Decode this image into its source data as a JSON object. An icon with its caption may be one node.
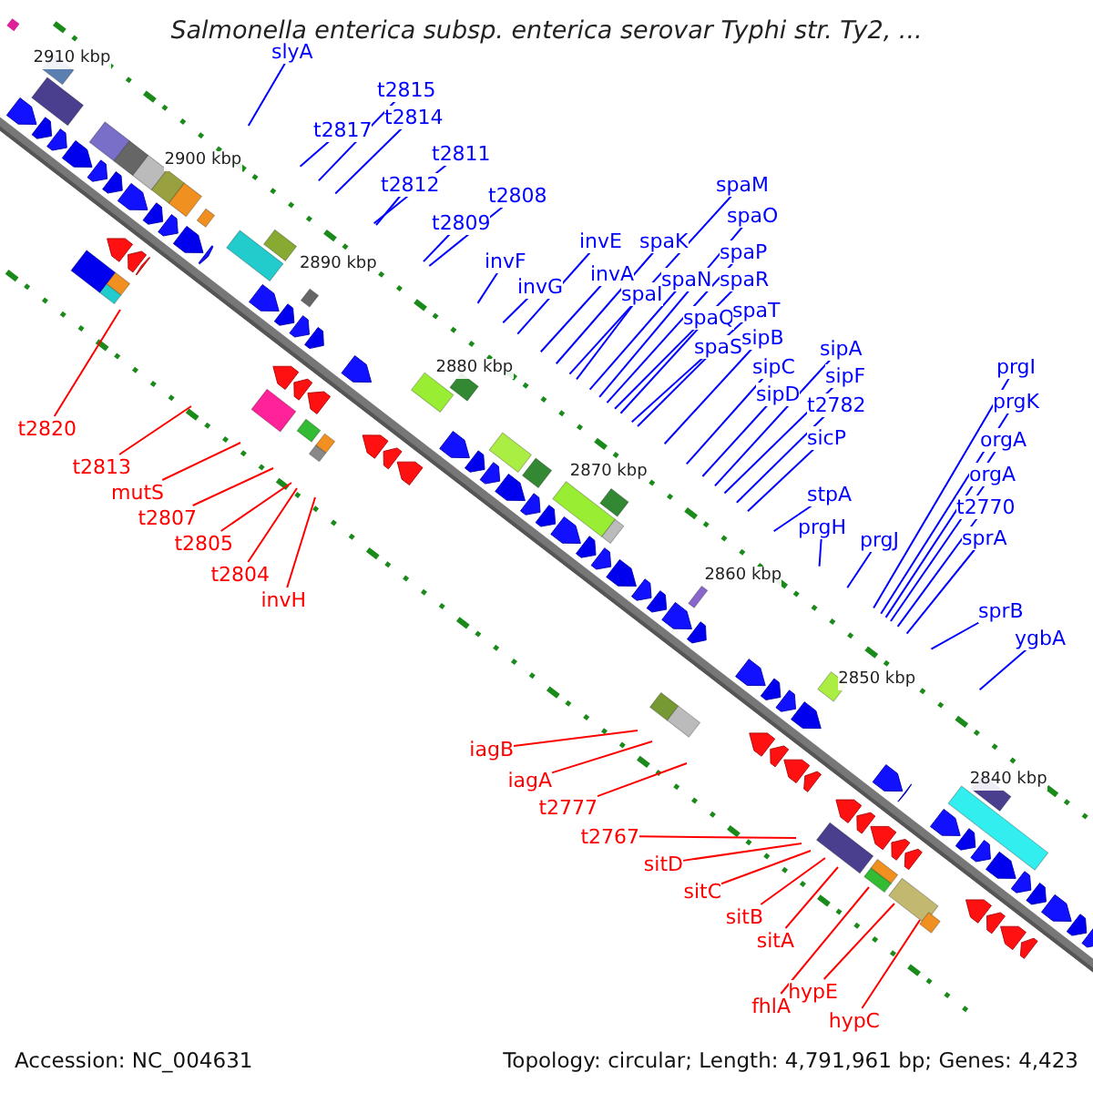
{
  "diagram": {
    "title": "Salmonella enterica subsp. enterica serovar Typhi str. Ty2, ...",
    "nodes": [
      {
        "text": [
          "slyA"
        ]
      },
      {
        "text": [
          "t2815"
        ]
      },
      {
        "text": [
          "t2817"
        ]
      },
      {
        "text": [
          "t2814"
        ]
      },
      {
        "text": [
          "t2811"
        ]
      },
      {
        "text": [
          "t2812"
        ]
      },
      {
        "text": [
          "t2808"
        ]
      },
      {
        "text": [
          "t2809"
        ]
      },
      {
        "text": [
          "invF"
        ]
      },
      {
        "text": [
          "invG"
        ]
      },
      {
        "text": [
          "invE"
        ]
      },
      {
        "text": [
          "invA"
        ]
      },
      {
        "text": [
          "spaK"
        ]
      },
      {
        "text": [
          "spaM"
        ]
      },
      {
        "text": [
          "spaI"
        ]
      },
      {
        "text": [
          "spaN"
        ]
      },
      {
        "text": [
          "spaO"
        ]
      },
      {
        "text": [
          "spaP"
        ]
      },
      {
        "text": [
          "spaR"
        ]
      },
      {
        "text": [
          "spaQ"
        ]
      },
      {
        "text": [
          "spaT"
        ]
      },
      {
        "text": [
          "spaS"
        ]
      },
      {
        "text": [
          "sipB"
        ]
      },
      {
        "text": [
          "sipC"
        ]
      },
      {
        "text": [
          "sipD"
        ]
      },
      {
        "text": [
          "sipA"
        ]
      },
      {
        "text": [
          "sipF"
        ]
      },
      {
        "text": [
          "t2782"
        ]
      },
      {
        "text": [
          "sicP"
        ]
      },
      {
        "text": [
          "stpA"
        ]
      },
      {
        "text": [
          "prgH"
        ]
      },
      {
        "text": [
          "prgJ"
        ]
      },
      {
        "text": [
          "prgI"
        ]
      },
      {
        "text": [
          "prgK"
        ]
      },
      {
        "text": [
          "orgA"
        ]
      },
      {
        "text": [
          "orgA"
        ]
      },
      {
        "text": [
          "t2770"
        ]
      },
      {
        "text": [
          "sprA"
        ]
      },
      {
        "text": [
          "sprB"
        ]
      },
      {
        "text": [
          "ygbA"
        ]
      },
      {
        "text": [
          "t2820"
        ]
      },
      {
        "text": [
          "t2813"
        ]
      },
      {
        "text": [
          "mutS"
        ]
      },
      {
        "text": [
          "t2807"
        ]
      },
      {
        "text": [
          "t2805"
        ]
      },
      {
        "text": [
          "t2804"
        ]
      },
      {
        "text": [
          "invH"
        ]
      },
      {
        "text": [
          "iagB"
        ]
      },
      {
        "text": [
          "iagA"
        ]
      },
      {
        "text": [
          "t2777"
        ]
      },
      {
        "text": [
          "t2767"
        ]
      },
      {
        "text": [
          "sitD"
        ]
      },
      {
        "text": [
          "sitC"
        ]
      },
      {
        "text": [
          "sitB"
        ]
      },
      {
        "text": [
          "sitA"
        ]
      },
      {
        "text": [
          "fhlA"
        ]
      },
      {
        "text": [
          "hypE"
        ]
      },
      {
        "text": [
          "hypC"
        ]
      }
    ],
    "edges": [
      {
        "from": 0,
        "to": null,
        "arrow": "none"
      },
      {
        "from": 1,
        "to": null,
        "arrow": "none"
      },
      {
        "from": 2,
        "to": null,
        "arrow": "none"
      },
      {
        "from": 3,
        "to": null,
        "arrow": "none"
      },
      {
        "from": 4,
        "to": null,
        "arrow": "none"
      },
      {
        "from": 5,
        "to": null,
        "arrow": "none"
      },
      {
        "from": 6,
        "to": null,
        "arrow": "none"
      },
      {
        "from": 7,
        "to": null,
        "arrow": "none"
      },
      {
        "from": 8,
        "to": null,
        "arrow": "none"
      },
      {
        "from": 9,
        "to": null,
        "arrow": "none"
      },
      {
        "from": 10,
        "to": null,
        "arrow": "none"
      },
      {
        "from": 11,
        "to": null,
        "arrow": "none"
      },
      {
        "from": 12,
        "to": null,
        "arrow": "none"
      },
      {
        "from": 13,
        "to": null,
        "arrow": "none"
      },
      {
        "from": 14,
        "to": null,
        "arrow": "none"
      },
      {
        "from": 15,
        "to": null,
        "arrow": "none"
      },
      {
        "from": 16,
        "to": null,
        "arrow": "none"
      },
      {
        "from": 17,
        "to": null,
        "arrow": "none"
      },
      {
        "from": 18,
        "to": null,
        "arrow": "none"
      },
      {
        "from": 19,
        "to": null,
        "arrow": "none"
      },
      {
        "from": 20,
        "to": null,
        "arrow": "none"
      },
      {
        "from": 21,
        "to": null,
        "arrow": "none"
      },
      {
        "from": 22,
        "to": null,
        "arrow": "none"
      },
      {
        "from": 23,
        "to": null,
        "arrow": "none"
      },
      {
        "from": 24,
        "to": null,
        "arrow": "none"
      },
      {
        "from": 25,
        "to": null,
        "arrow": "none"
      },
      {
        "from": 26,
        "to": null,
        "arrow": "none"
      },
      {
        "from": 27,
        "to": null,
        "arrow": "none"
      },
      {
        "from": 28,
        "to": null,
        "arrow": "none"
      },
      {
        "from": 29,
        "to": null,
        "arrow": "none"
      },
      {
        "from": 30,
        "to": null,
        "arrow": "none"
      },
      {
        "from": 31,
        "to": null,
        "arrow": "none"
      },
      {
        "from": 32,
        "to": null,
        "arrow": "none"
      },
      {
        "from": 33,
        "to": null,
        "arrow": "none"
      },
      {
        "from": 34,
        "to": null,
        "arrow": "none"
      },
      {
        "from": 35,
        "to": null,
        "arrow": "none"
      },
      {
        "from": 36,
        "to": null,
        "arrow": "none"
      },
      {
        "from": 37,
        "to": null,
        "arrow": "none"
      },
      {
        "from": 38,
        "to": null,
        "arrow": "none"
      },
      {
        "from": 39,
        "to": null,
        "arrow": "none"
      },
      {
        "from": 40,
        "to": null,
        "arrow": "none",
        "color": "#ff0000"
      },
      {
        "from": 41,
        "to": null,
        "arrow": "none",
        "color": "#ff0000"
      },
      {
        "from": 42,
        "to": null,
        "arrow": "none",
        "color": "#ff0000"
      },
      {
        "from": 43,
        "to": null,
        "arrow": "none",
        "color": "#ff0000"
      },
      {
        "from": 44,
        "to": null,
        "arrow": "none",
        "color": "#ff0000"
      },
      {
        "from": 45,
        "to": null,
        "arrow": "none",
        "color": "#ff0000"
      },
      {
        "from": 46,
        "to": null,
        "arrow": "none",
        "color": "#ff0000"
      },
      {
        "from": 47,
        "to": null,
        "arrow": "none",
        "color": "#ff0000"
      },
      {
        "from": 48,
        "to": null,
        "arrow": "none",
        "color": "#ff0000"
      },
      {
        "from": 49,
        "to": null,
        "arrow": "none",
        "color": "#ff0000"
      },
      {
        "from": 50,
        "to": null,
        "arrow": "none",
        "color": "#ff0000"
      },
      {
        "from": 51,
        "to": null,
        "arrow": "none",
        "color": "#ff0000"
      },
      {
        "from": 52,
        "to": null,
        "arrow": "none",
        "color": "#ff0000"
      },
      {
        "from": 53,
        "to": null,
        "arrow": "none",
        "color": "#ff0000"
      },
      {
        "from": 54,
        "to": null,
        "arrow": "none",
        "color": "#ff0000"
      },
      {
        "from": 55,
        "to": null,
        "arrow": "none",
        "color": "#ff0000"
      },
      {
        "from": 56,
        "to": null,
        "arrow": "none",
        "color": "#ff0000"
      },
      {
        "from": 57,
        "to": null,
        "arrow": "none",
        "color": "#ff0000"
      }
    ],
    "labels": [
      "2910 kbp",
      "2900 kbp",
      "2890 kbp",
      "2880 kbp",
      "2870 kbp",
      "2860 kbp",
      "2850 kbp",
      "2840 kbp",
      "Accession: NC_004631",
      "Topology: circular; Length: 4,791,961 bp; Genes: 4,423"
    ]
  }
}
